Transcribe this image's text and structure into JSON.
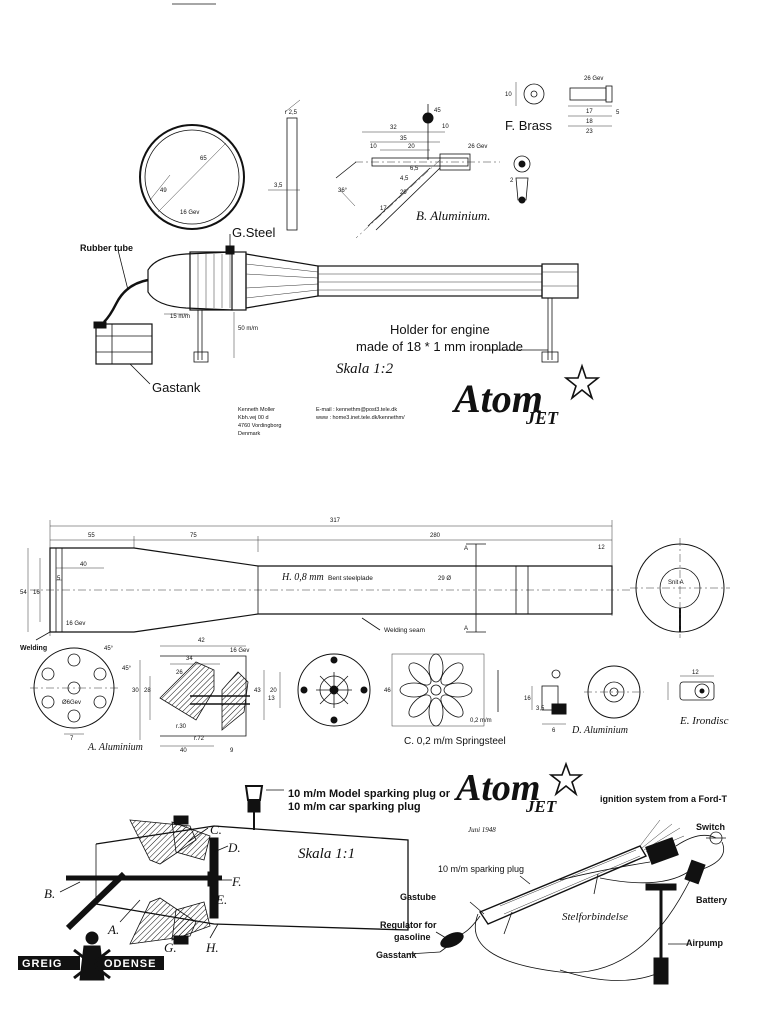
{
  "part_labels": {
    "g_steel": "G.Steel",
    "b_aluminium": "B. Aluminium.",
    "f_brass": "F. Brass",
    "a_aluminium": "A. Aluminium",
    "c_springsteel": "C. 0,2 m/m Springsteel",
    "d_aluminium": "D. Aluminium",
    "e_irondisc": "E. Irondisc"
  },
  "top_drawing": {
    "rubber_tube": "Rubber tube",
    "gastank": "Gastank",
    "holder_line1": "Holder for engine",
    "holder_line2": "made of 18 * 1 mm ironplade",
    "scale": "Skala 1:2",
    "dim_15": "15 m/m",
    "dim_50": "50 m/m"
  },
  "author": {
    "name": "Kenneth Moller",
    "street": "Kbh.vej 00 d",
    "city": "4760 Vordingborg",
    "country": "Denmark",
    "email": "E-mail : kennethm@post3.tele.dk",
    "web": "www : home3.inet.tele.dk/kennethm/"
  },
  "logo": {
    "word": "Atom",
    "sub": "JET"
  },
  "middle_drawing": {
    "dim_total": "317",
    "dim_55": "55",
    "dim_75": "75",
    "dim_280": "280",
    "dim_12": "12",
    "dim_40": "40",
    "dim_54": "54",
    "dim_16": "16",
    "dim_5": "5",
    "dim_29": "29 Ø",
    "tube_label": "H. 0,8 mm",
    "bent_steel": "Bent steelplade",
    "welding_seam": "Welding seam",
    "welding": "Welding",
    "gev16": "16 Gev",
    "section_a": "A",
    "end_view": "Snit A"
  },
  "bottom_drawing": {
    "plug_line1": "10 m/m Model sparking plug or",
    "plug_line2": "10 m/m car sparking plug",
    "scale": "Skala 1:1",
    "callouts": [
      "C.",
      "D.",
      "F.",
      "E.",
      "B.",
      "A.",
      "G.",
      "H."
    ]
  },
  "ignition": {
    "title": "ignition system from a Ford-T",
    "switch": "Switch",
    "battery": "Battery",
    "sparking_plug": "10 m/m sparking plug",
    "gastube": "Gastube",
    "regulator_line1": "Regulator for",
    "regulator_line2": "gasoline",
    "gasstank": "Gasstank",
    "airpump": "Airpump",
    "stelforbindelse": "Stelforbindelse",
    "date": "Juni 1948"
  },
  "footer_logo": {
    "left": "GREIG",
    "right": "ODENSE"
  }
}
